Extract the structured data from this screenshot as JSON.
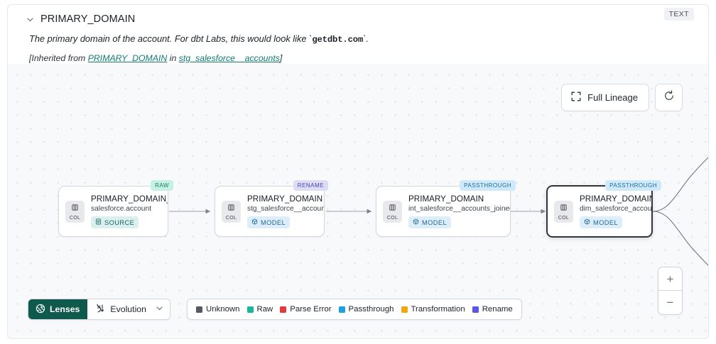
{
  "header": {
    "column_name": "PRIMARY_DOMAIN",
    "type_badge": "TEXT",
    "collapse_icon": "chevron-down-icon",
    "description_prefix": "The primary domain of the account. For dbt Labs, this would look like `",
    "description_code": "getdbt.com",
    "description_suffix": "`.",
    "inherited_prefix": "[Inherited from ",
    "inherited_link1": "PRIMARY_DOMAIN",
    "inherited_middle": " in ",
    "inherited_link2": "stg_salesforce__accounts",
    "inherited_suffix": "]"
  },
  "toolbar": {
    "full_lineage_label": "Full Lineage",
    "full_lineage_icon": "expand-icon",
    "refresh_icon": "refresh-icon"
  },
  "zoom_controls": {
    "zoom_in_label": "+",
    "zoom_out_label": "−"
  },
  "lineage": {
    "nodes": [
      {
        "tag": "RAW",
        "tag_kind": "raw",
        "chip_label": "COL",
        "chip_icon": "column-icon",
        "name": "PRIMARY_DOMAIN__C",
        "subtitle": "salesforce.account",
        "kind_label": "SOURCE",
        "kind_class": "source",
        "kind_icon": "database-icon",
        "selected": false
      },
      {
        "tag": "RENAME",
        "tag_kind": "rename",
        "chip_label": "COL",
        "chip_icon": "column-icon",
        "name": "PRIMARY_DOMAIN",
        "subtitle": "stg_salesforce__accounts",
        "kind_label": "MODEL",
        "kind_class": "model",
        "kind_icon": "cube-icon",
        "selected": false
      },
      {
        "tag": "PASSTHROUGH",
        "tag_kind": "passthrough",
        "chip_label": "COL",
        "chip_icon": "column-icon",
        "name": "PRIMARY_DOMAIN",
        "subtitle": "int_salesforce__accounts_joined",
        "kind_label": "MODEL",
        "kind_class": "model",
        "kind_icon": "cube-icon",
        "selected": false
      },
      {
        "tag": "PASSTHROUGH",
        "tag_kind": "passthrough",
        "chip_label": "COL",
        "chip_icon": "column-icon",
        "name": "PRIMARY_DOMAIN",
        "subtitle": "dim_salesforce_accounts",
        "kind_label": "MODEL",
        "kind_class": "model",
        "kind_icon": "cube-icon",
        "selected": true
      }
    ]
  },
  "bottom_bar": {
    "lenses_label": "Lenses",
    "lenses_icon": "aperture-icon",
    "evolution_label": "Evolution",
    "evolution_icon": "evolution-icon",
    "evolution_caret": "chevron-down-icon"
  },
  "legend": {
    "items": [
      {
        "label": "Unknown",
        "color": "#55595f"
      },
      {
        "label": "Raw",
        "color": "#18b89b"
      },
      {
        "label": "Parse Error",
        "color": "#e03b3b"
      },
      {
        "label": "Passthrough",
        "color": "#1ea0e0"
      },
      {
        "label": "Transformation",
        "color": "#f2a712"
      },
      {
        "label": "Rename",
        "color": "#5a56e8"
      }
    ]
  }
}
